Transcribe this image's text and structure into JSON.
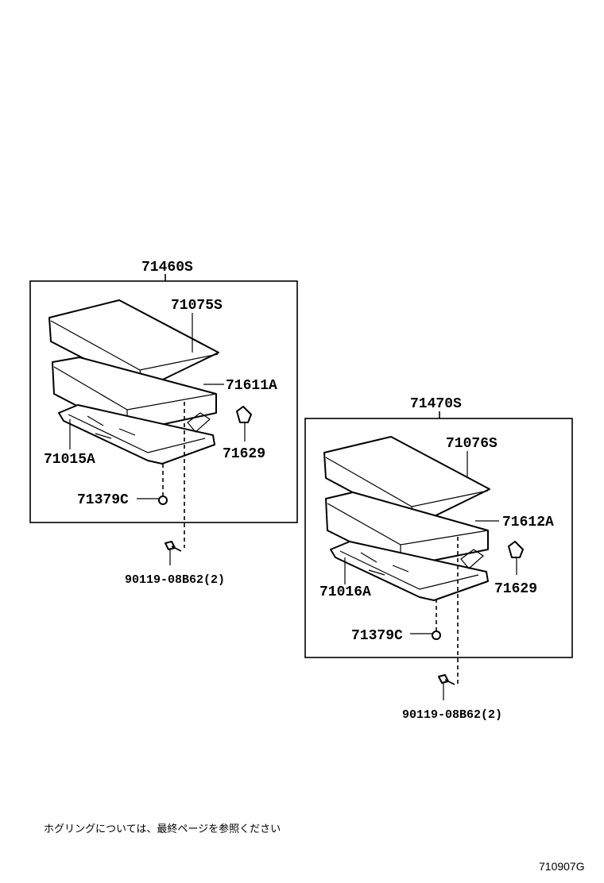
{
  "groups": [
    {
      "assembly": "71460S",
      "cushion_cover": "71075S",
      "pad": "71611A",
      "frame": "71015A",
      "cap": "71629",
      "clip": "71379C",
      "screw": "90119-08B62(2)"
    },
    {
      "assembly": "71470S",
      "cushion_cover": "71076S",
      "pad": "71612A",
      "frame": "71016A",
      "cap": "71629",
      "clip": "71379C",
      "screw": "90119-08B62(2)"
    }
  ],
  "footnote": "ホグリングについては、最終ページを参照ください",
  "figure_code": "710907G"
}
